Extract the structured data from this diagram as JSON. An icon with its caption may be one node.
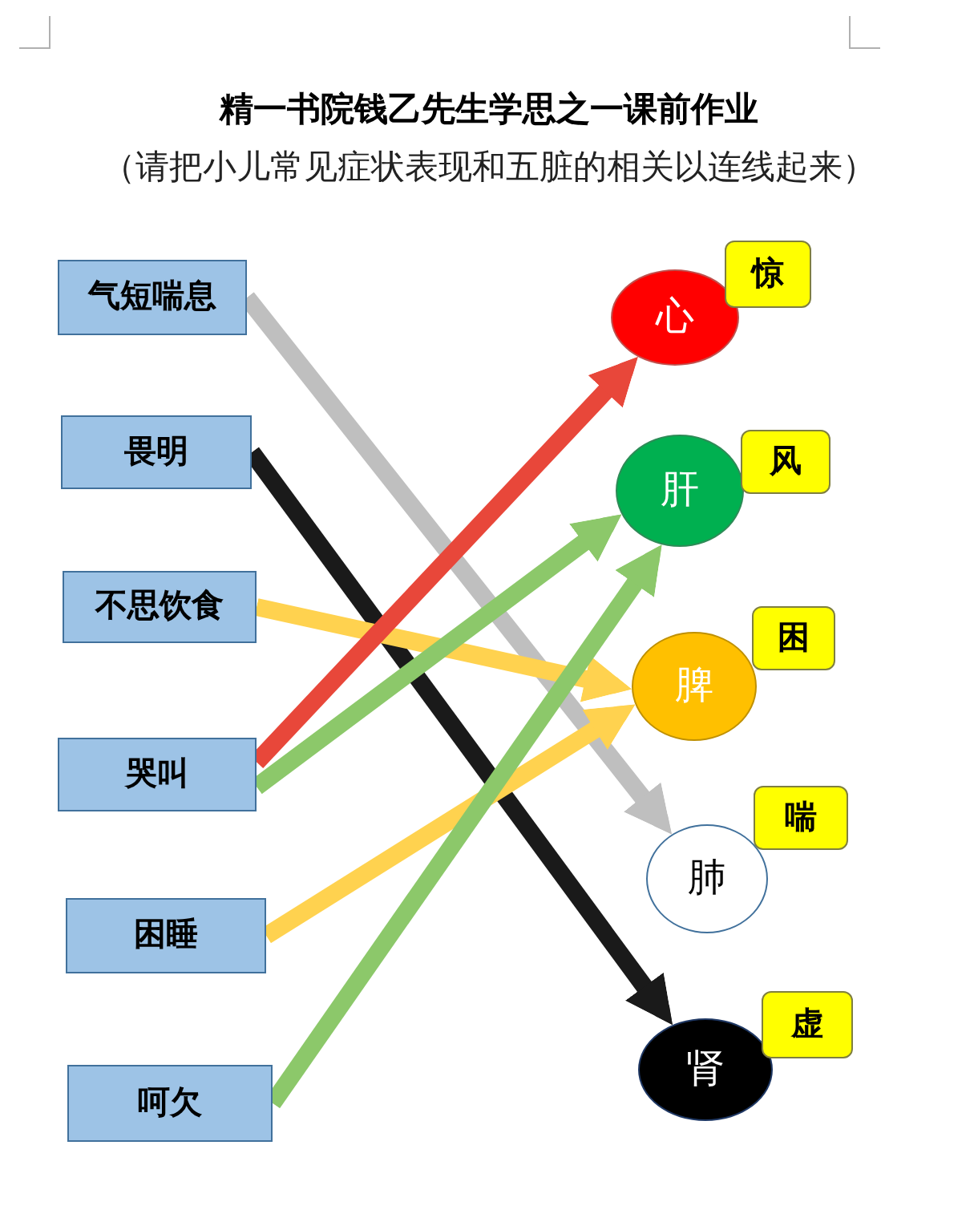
{
  "diagram": {
    "title": "精一书院钱乙先生学思之一课前作业",
    "nodes": [
      {
        "text": [
          "气短喘息"
        ]
      },
      {
        "text": [
          "畏明"
        ]
      },
      {
        "text": [
          "不思饮食"
        ]
      },
      {
        "text": [
          "哭叫"
        ]
      },
      {
        "text": [
          "困睡"
        ]
      },
      {
        "text": [
          "呵欠"
        ]
      },
      {
        "text": [
          "心"
        ]
      },
      {
        "text": [
          "惊"
        ]
      },
      {
        "text": [
          "肝"
        ]
      },
      {
        "text": [
          "风"
        ]
      },
      {
        "text": [
          "脾"
        ]
      },
      {
        "text": [
          "困"
        ]
      },
      {
        "text": [
          "肺"
        ]
      },
      {
        "text": [
          "喘"
        ]
      },
      {
        "text": [
          "肾"
        ]
      },
      {
        "text": [
          "虚"
        ]
      }
    ],
    "edges": [
      {
        "from": 0,
        "to": 12,
        "arrow": "to",
        "color": "#bfbfbf"
      },
      {
        "from": 1,
        "to": 14,
        "arrow": "to",
        "color": "#1a1a1a"
      },
      {
        "from": 2,
        "to": 10,
        "arrow": "to",
        "color": "#ffd24f"
      },
      {
        "from": 3,
        "to": 6,
        "arrow": "to",
        "color": "#e8473a"
      },
      {
        "from": 3,
        "to": 8,
        "arrow": "to",
        "color": "#8cc86a"
      },
      {
        "from": 4,
        "to": 10,
        "arrow": "to",
        "color": "#ffd24f"
      },
      {
        "from": 5,
        "to": 8,
        "arrow": "to",
        "color": "#8cc86a"
      }
    ],
    "labels": [
      "（请把小儿常见症状表现和五脏的相关以连线起来）"
    ]
  }
}
